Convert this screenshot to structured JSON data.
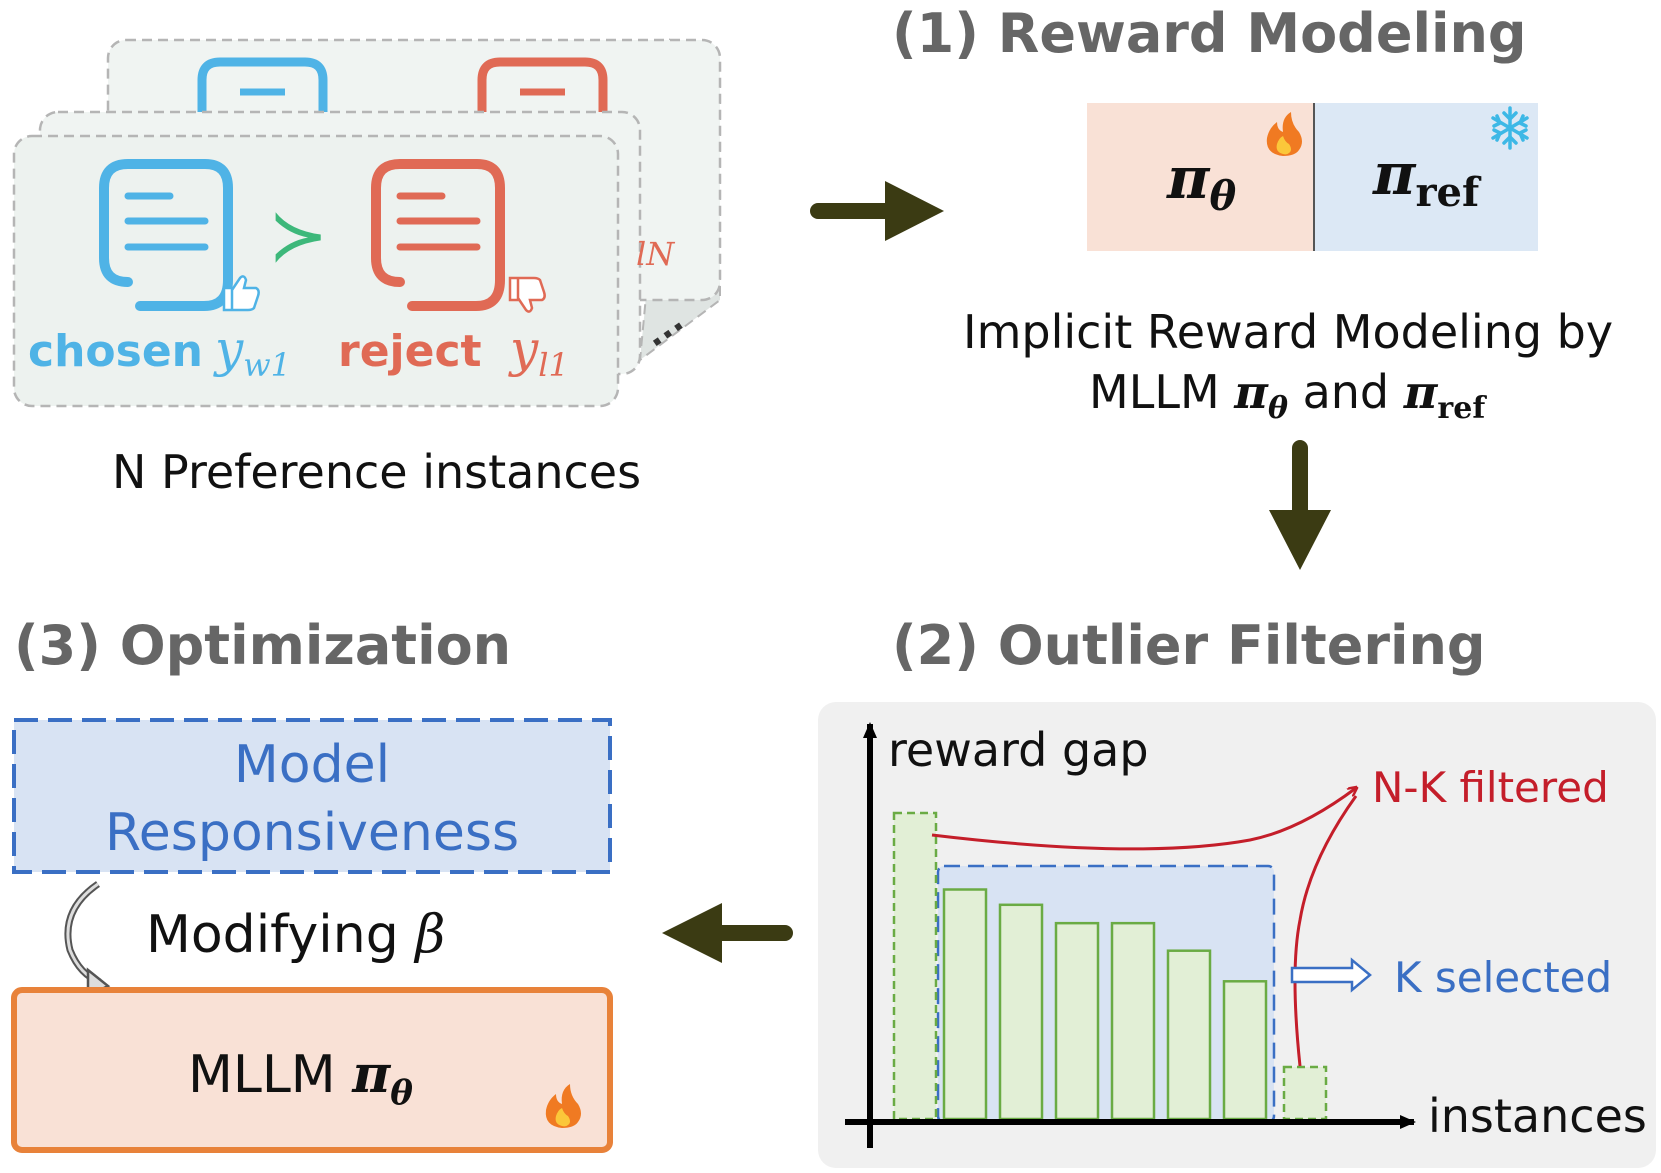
{
  "preference": {
    "chosen_label": "chosen",
    "chosen_var": "y",
    "chosen_sub": "w1",
    "reject_label": "reject",
    "reject_var": "y",
    "reject_sub": "l1",
    "back_sub": "lN",
    "succeeds_symbol": "≻",
    "ellipsis": "...",
    "caption": "N Preference instances",
    "chosen_color": "#4fb3e6",
    "reject_color": "#e06a55",
    "succeeds_color": "#3db87a"
  },
  "step1": {
    "title": "(1) Reward Modeling",
    "policy_symbol": "π",
    "policy_sub": "θ",
    "ref_symbol": "π",
    "ref_sub": "ref",
    "caption_line1": "Implicit Reward Modeling by",
    "caption_line2_prefix": "MLLM",
    "caption_line2_mid": "and",
    "flame_icon": "fire-icon",
    "snowflake_icon": "snowflake-icon",
    "policy_bg": "#f9e1d6",
    "ref_bg": "#dce8f5"
  },
  "step2": {
    "title": "(2) Outlier Filtering",
    "y_axis_label": "reward gap",
    "x_axis_label": "instances",
    "filtered_label": "N-K filtered",
    "selected_label": "K selected",
    "filtered_color": "#c41e2a",
    "selected_color": "#3a6fc4"
  },
  "chart_data": {
    "type": "bar",
    "xlabel": "instances",
    "ylabel": "reward gap",
    "ylim": [
      0,
      100
    ],
    "bars": [
      {
        "value": 100,
        "group": "filtered"
      },
      {
        "value": 75,
        "group": "selected"
      },
      {
        "value": 70,
        "group": "selected"
      },
      {
        "value": 64,
        "group": "selected"
      },
      {
        "value": 64,
        "group": "selected"
      },
      {
        "value": 55,
        "group": "selected"
      },
      {
        "value": 45,
        "group": "selected"
      },
      {
        "value": 17,
        "group": "filtered"
      }
    ]
  },
  "step3": {
    "title": "(3) Optimization",
    "responsiveness_line1": "Model",
    "responsiveness_line2": "Responsiveness",
    "modifying_label": "Modifying",
    "beta_symbol": "β",
    "model_label": "MLLM",
    "model_symbol": "π",
    "model_sub": "θ",
    "responsiveness_color": "#3a6fc4",
    "model_border": "#e8823a",
    "model_bg": "#f9e1d6"
  },
  "arrow_color": "#3b3b13"
}
